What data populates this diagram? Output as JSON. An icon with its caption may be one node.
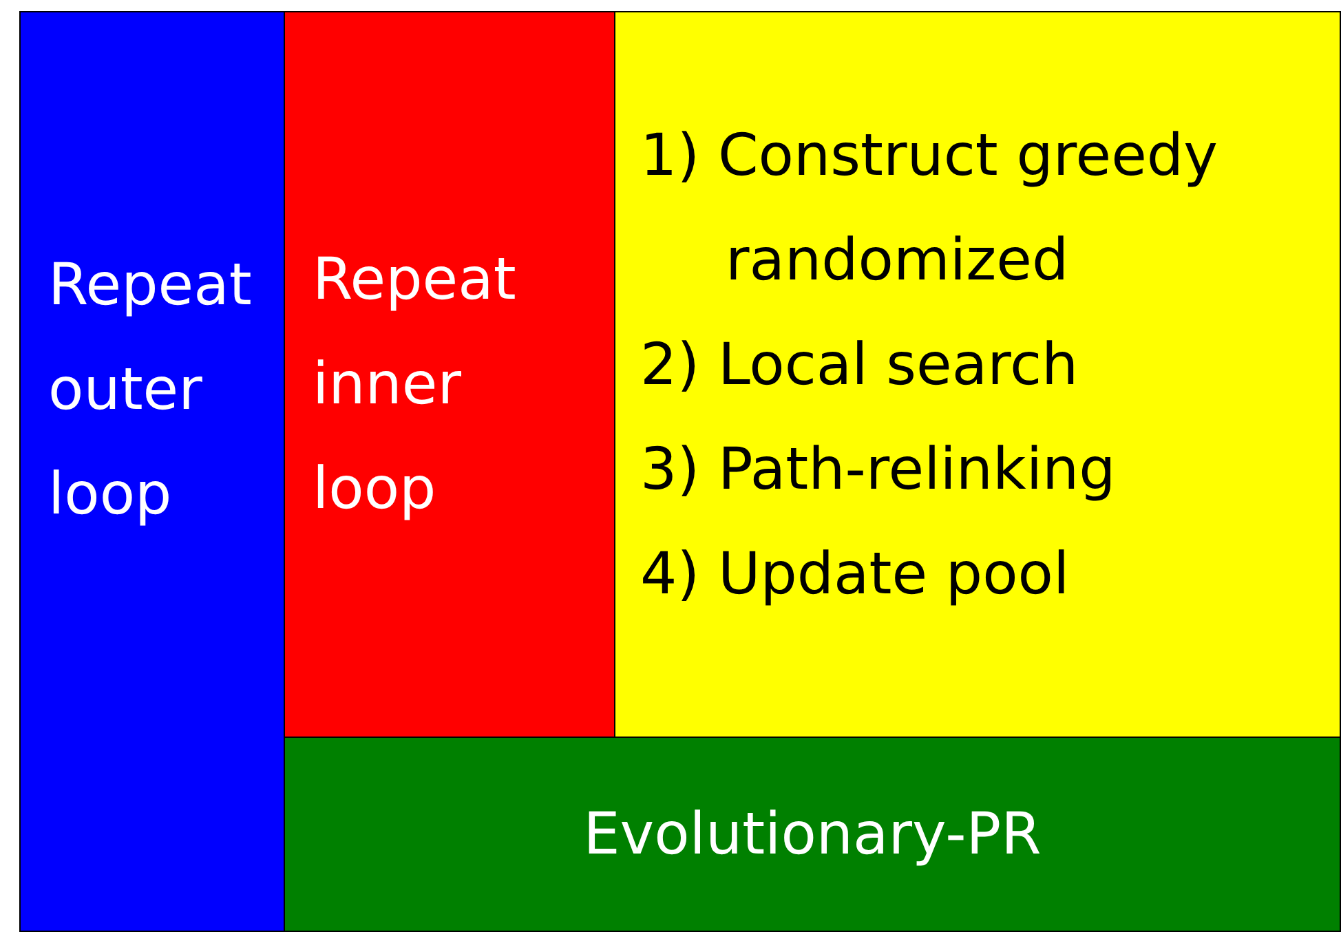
{
  "diagram": {
    "nodes": [
      {
        "text": [
          "Repeat outer loop"
        ]
      },
      {
        "text": [
          "Repeat inner loop"
        ]
      },
      {
        "text": [
          "1) Construct greedy randomized",
          "2) Local search",
          "3) Path-relinking",
          "4) Update pool"
        ]
      },
      {
        "text": [
          "Evolutionary-PR"
        ]
      }
    ]
  }
}
